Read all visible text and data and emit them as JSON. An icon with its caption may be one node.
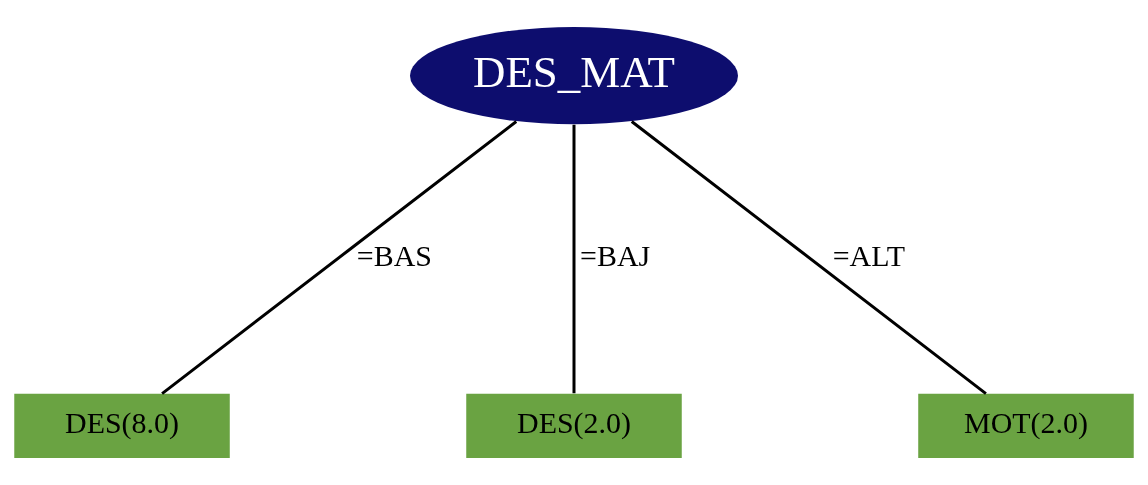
{
  "diagram": {
    "nodes": [
      {
        "text": [
          "DES_MAT"
        ]
      },
      {
        "text": [
          "DES(8.0)"
        ]
      },
      {
        "text": [
          "DES(2.0)"
        ]
      },
      {
        "text": [
          "MOT(2.0)"
        ]
      }
    ],
    "edges": [
      {
        "from": 0,
        "to": 1,
        "arrow": "none",
        "label": "=BAS"
      },
      {
        "from": 0,
        "to": 2,
        "arrow": "none",
        "label": "=BAJ"
      },
      {
        "from": 0,
        "to": 3,
        "arrow": "none",
        "label": "=ALT"
      }
    ]
  }
}
